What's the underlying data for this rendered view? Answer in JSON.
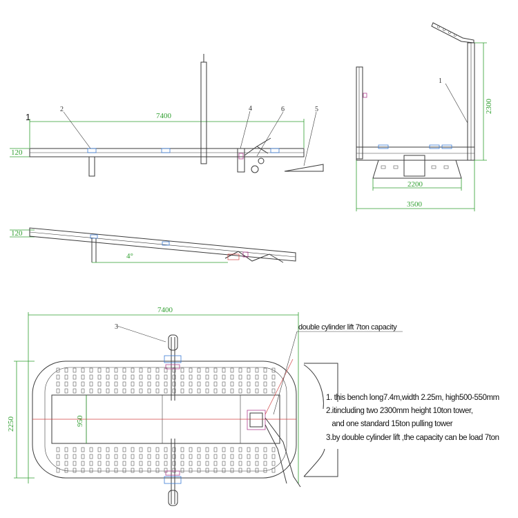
{
  "side_view": {
    "view_label": "1",
    "length_dim": "7400",
    "height_dim": "120",
    "callouts": [
      "2",
      "4",
      "6",
      "5"
    ]
  },
  "tilted_view": {
    "height_dim": "120",
    "angle_mark": "4°"
  },
  "end_view": {
    "tower_callout": "1",
    "tower_height_dim": "2300",
    "base_width_dim": "2200",
    "overall_width_dim": "3500"
  },
  "plan_view": {
    "length_dim": "7400",
    "width_dim": "2250",
    "inner_width_dim": "950",
    "callout": "3",
    "lift_note": "double cylinder lift 7ton capacity"
  },
  "notes": [
    "1. this bench long7.4m,width 2.25m, high500-550mm",
    "2.itincluding two 2300mm height 10ton tower,",
    "   and one standard 15ton pulling tower",
    "3.by double cylinder lift ,the capacity can be load 7ton"
  ]
}
